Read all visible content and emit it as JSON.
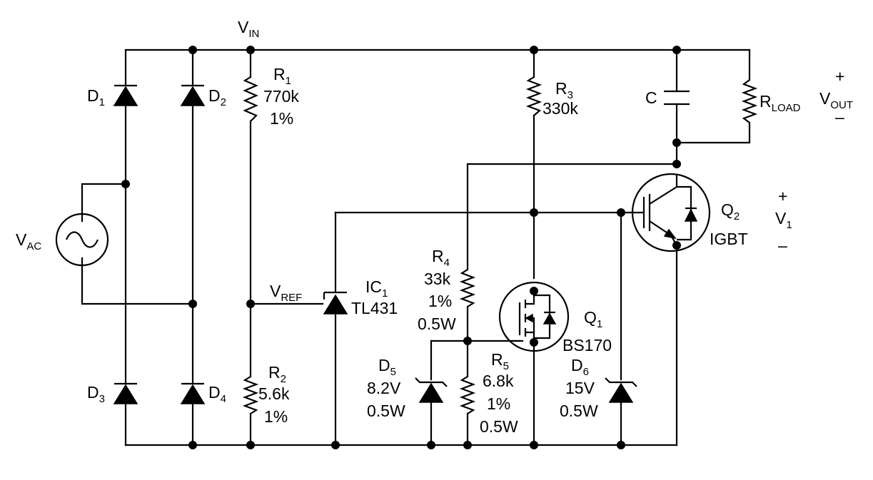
{
  "title": "",
  "nets": {
    "vin": {
      "name": "V",
      "sub": "IN"
    },
    "vref": {
      "name": "V",
      "sub": "REF"
    },
    "vac": {
      "name": "V",
      "sub": "AC"
    }
  },
  "components": {
    "d1": {
      "name": "D",
      "sub": "1"
    },
    "d2": {
      "name": "D",
      "sub": "2"
    },
    "d3": {
      "name": "D",
      "sub": "3"
    },
    "d4": {
      "name": "D",
      "sub": "4"
    },
    "r1": {
      "name": "R",
      "sub": "1",
      "value": "770k",
      "tol": "1%"
    },
    "r2": {
      "name": "R",
      "sub": "2",
      "value": "5.6k",
      "tol": "1%"
    },
    "r3": {
      "name": "R",
      "sub": "3",
      "value": "330k"
    },
    "r4": {
      "name": "R",
      "sub": "4",
      "value": "33k",
      "tol": "1%",
      "power": "0.5W"
    },
    "r5": {
      "name": "R",
      "sub": "5",
      "value": "6.8k",
      "tol": "1%",
      "power": "0.5W"
    },
    "c": {
      "name": "C"
    },
    "rload": {
      "name": "R",
      "sub": "LOAD"
    },
    "ic1": {
      "name": "IC",
      "sub": "1",
      "part": "TL431"
    },
    "q1": {
      "name": "Q",
      "sub": "1",
      "part": "BS170"
    },
    "q2": {
      "name": "Q",
      "sub": "2",
      "part": "IGBT"
    },
    "d5": {
      "name": "D",
      "sub": "5",
      "value": "8.2V",
      "power": "0.5W"
    },
    "d6": {
      "name": "D",
      "sub": "6",
      "value": "15V",
      "power": "0.5W"
    }
  },
  "outputs": {
    "vout": {
      "name": "V",
      "sub": "OUT",
      "plus": "+",
      "minus": "–"
    },
    "v1": {
      "name": "V",
      "sub": "1",
      "plus": "+",
      "minus": "–"
    }
  }
}
